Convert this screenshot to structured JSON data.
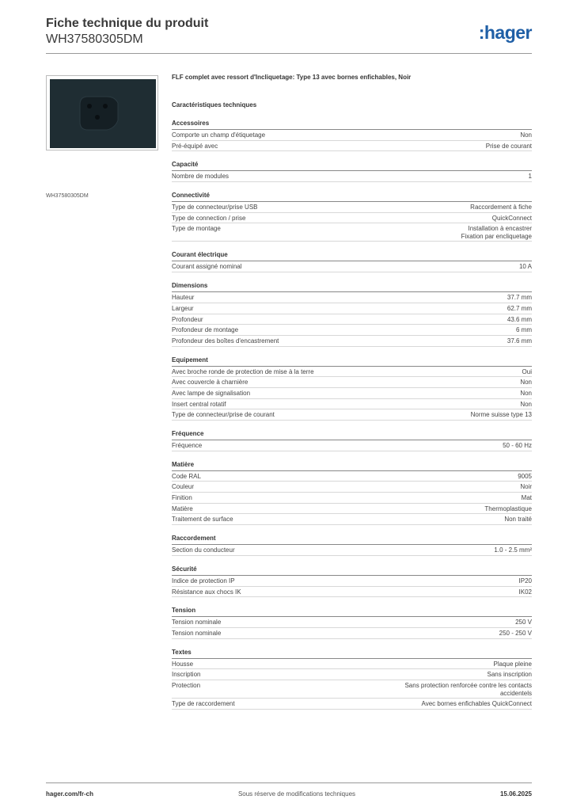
{
  "header": {
    "title": "Fiche technique du produit",
    "code": "WH37580305DM",
    "logo": ":hager"
  },
  "image_caption": "WH37580305DM",
  "product_line": "FLF complet avec ressort d'Incliquetage: Type 13 avec bornes enfichables, Noir",
  "tech_title": "Caractéristiques techniques",
  "sections": [
    {
      "title": "Accessoires",
      "rows": [
        {
          "k": "Comporte un champ d'étiquetage",
          "v": "Non"
        },
        {
          "k": "Pré-équipé avec",
          "v": "Prise de courant"
        }
      ]
    },
    {
      "title": "Capacité",
      "rows": [
        {
          "k": "Nombre de modules",
          "v": "1"
        }
      ]
    },
    {
      "title": "Connectivité",
      "rows": [
        {
          "k": "Type de connecteur/prise USB",
          "v": "Raccordement à fiche"
        },
        {
          "k": "Type de connection / prise",
          "v": "QuickConnect"
        },
        {
          "k": "Type de montage",
          "v": "Installation à encastrer\nFixation par encliquetage"
        }
      ]
    },
    {
      "title": "Courant électrique",
      "rows": [
        {
          "k": "Courant assigné nominal",
          "v": "10 A"
        }
      ]
    },
    {
      "title": "Dimensions",
      "rows": [
        {
          "k": "Hauteur",
          "v": "37.7 mm"
        },
        {
          "k": "Largeur",
          "v": "62.7 mm"
        },
        {
          "k": "Profondeur",
          "v": "43.6 mm"
        },
        {
          "k": "Profondeur de montage",
          "v": "6 mm"
        },
        {
          "k": "Profondeur des boîtes d'encastrement",
          "v": "37.6 mm"
        }
      ]
    },
    {
      "title": "Equipement",
      "rows": [
        {
          "k": "Avec broche ronde de protection de mise à la terre",
          "v": "Oui"
        },
        {
          "k": "Avec couvercle à charnière",
          "v": "Non"
        },
        {
          "k": "Avec lampe de signalisation",
          "v": "Non"
        },
        {
          "k": "Insert central rotatif",
          "v": "Non"
        },
        {
          "k": "Type de connecteur/prise de courant",
          "v": "Norme suisse type 13"
        }
      ]
    },
    {
      "title": "Fréquence",
      "rows": [
        {
          "k": "Fréquence",
          "v": "50 - 60 Hz"
        }
      ]
    },
    {
      "title": "Matière",
      "rows": [
        {
          "k": "Code RAL",
          "v": "9005"
        },
        {
          "k": "Couleur",
          "v": "Noir"
        },
        {
          "k": "Finition",
          "v": "Mat"
        },
        {
          "k": "Matière",
          "v": "Thermoplastique"
        },
        {
          "k": "Traitement de surface",
          "v": "Non traité"
        }
      ]
    },
    {
      "title": "Raccordement",
      "rows": [
        {
          "k": "Section du conducteur",
          "v": "1.0 - 2.5 mm²"
        }
      ]
    },
    {
      "title": "Sécurité",
      "rows": [
        {
          "k": "Indice de protection IP",
          "v": "IP20"
        },
        {
          "k": "Résistance aux chocs IK",
          "v": "IK02"
        }
      ]
    },
    {
      "title": "Tension",
      "rows": [
        {
          "k": "Tension nominale",
          "v": "250 V"
        },
        {
          "k": "Tension nominale",
          "v": "250 - 250 V"
        }
      ]
    },
    {
      "title": "Textes",
      "rows": [
        {
          "k": "Housse",
          "v": "Plaque pleine"
        },
        {
          "k": "Inscription",
          "v": "Sans inscription"
        },
        {
          "k": "Protection",
          "v": "Sans protection renforcée contre les contacts\naccidentels"
        },
        {
          "k": "Type de raccordement",
          "v": "Avec bornes enfichables QuickConnect"
        }
      ]
    }
  ],
  "footer": {
    "left": "hager.com/fr-ch",
    "center": "Sous réserve de modifications techniques",
    "right": "15.06.2025"
  }
}
